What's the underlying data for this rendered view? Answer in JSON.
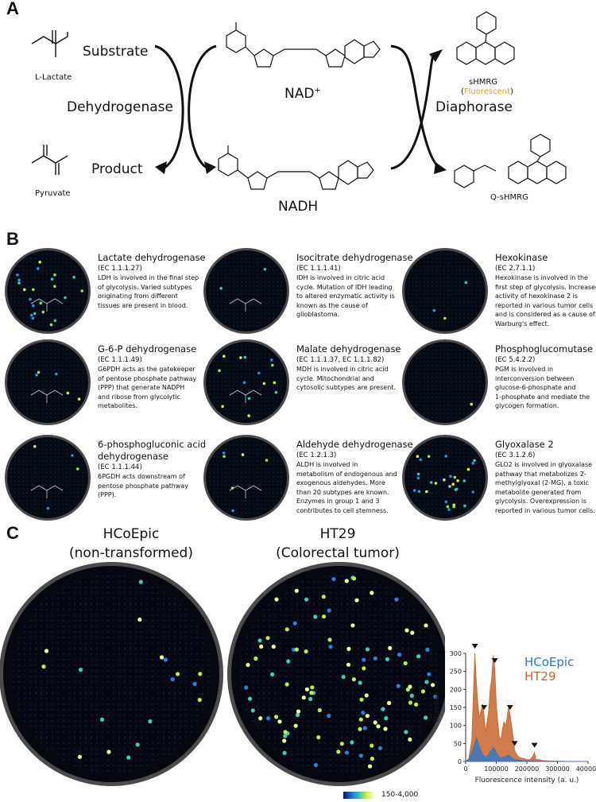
{
  "panel_a": {
    "label": "A",
    "substrate": "Substrate",
    "product": "Product",
    "dehydrogenase": "Dehydrogenase",
    "diaphorase": "Diaphorase",
    "lactate": "L-Lactate",
    "pyruvate": "Pyruvate",
    "nad": "NAD",
    "nad_sup": "+",
    "nadh": "NADH",
    "shmrg": "sHMRG",
    "fluorescent": "Fluorescent",
    "qshmrg": "Q-sHMRG",
    "fluor_color": "#d9a21b"
  },
  "panel_b": {
    "label": "B",
    "enzymes": [
      {
        "name": "Lactate dehydrogenase",
        "ec": "(EC 1.1.1.27)",
        "desc": [
          "LDH is involved in the final step",
          "of glycolysis. Varied subtypes",
          "originating from different",
          "tissues are present in blood."
        ]
      },
      {
        "name": "Isocitrate dehydrogenase",
        "ec": "(EC 1.1.1.41)",
        "desc": [
          "IDH is involved in citric acid",
          "cycle. Mutation of IDH leading",
          "to altered enzymatic activity is",
          "known as the cause of",
          "glioblastoma."
        ]
      },
      {
        "name": "Hexokinase",
        "ec": "(EC 2.7.1.1)",
        "desc": [
          "Hexokinase is involved in the",
          "first step of glycolysis. Increased",
          "activity of hexokinase 2 is",
          "reported in various tumor cells",
          "and is considered as a cause of",
          "Warburg's effect."
        ]
      },
      {
        "name": "G-6-P dehydrogenase",
        "ec": "(EC 1.1.1.49)",
        "desc": [
          "G6PDH acts as the gatekeeper",
          "of pentose phosphate pathway",
          "(PPP) that generate NADPH",
          "and ribose from glycolytic",
          "metabolites."
        ]
      },
      {
        "name": "Malate dehydrogenase",
        "ec": "(EC 1.1.1.37, EC 1.1.1.82)",
        "desc": [
          "MDH is involved in citric acid",
          "cycle. Mitochondrial and",
          "cytosolic subtypes are present."
        ]
      },
      {
        "name": "Phosphoglucomutase",
        "ec": "(EC 5.4.2.2)",
        "desc": [
          "PGM is involved in",
          "interconversion between",
          "glucose-6-phosphate and",
          "1-phosphate and mediate the",
          "glycogen formation."
        ]
      },
      {
        "name": "6-phosphogluconic acid",
        "name2": "dehydrogenase",
        "ec": "(EC 1.1.1.44)",
        "desc": [
          "6PGDH acts downstream of",
          "pentose phosphate pathway",
          "(PPP)."
        ]
      },
      {
        "name": "Aldehyde dehydrogenase",
        "ec": "(EC 1.2.1.3)",
        "desc": [
          "ALDH is involved in",
          "metabolism of endogenous and",
          "exogenous aldehydes. More",
          "than 20 subtypes are known.",
          "Enzymes in group 1 and 3",
          "contributes to cell stemness."
        ]
      },
      {
        "name": "Glyoxalase 2",
        "ec": "(EC 3.1.2.6)",
        "desc": [
          "GLO2 is involved in glyoxalase",
          "pathway that metabolizes 2-",
          "methylglyoxal (2-MG), a toxic",
          "metabolite generated from",
          "glycolysis. Overexpression is",
          "reported in various tumor cells."
        ]
      }
    ]
  },
  "panel_c": {
    "label": "C",
    "hcoepic_title": "HCoEpic",
    "hcoepic_sub": "(non-transformed)",
    "ht29_title": "HT29",
    "ht29_sub": "(Colorectal tumor)",
    "colorbar_label": "150-4,000"
  },
  "chart_data": {
    "type": "area",
    "xlabel": "Fluorescence intensity (a. u.)",
    "ylabel": "Number",
    "xlim": [
      0,
      400000
    ],
    "ylim": [
      0,
      300
    ],
    "xticks": [
      "0",
      "100000",
      "200000",
      "300000",
      "400000"
    ],
    "yticks": [
      "0",
      "50",
      "100",
      "150",
      "200",
      "250",
      "300"
    ],
    "legend_placement": "top-right",
    "x": [
      0,
      10000,
      20000,
      30000,
      35000,
      40000,
      45000,
      50000,
      55000,
      60000,
      65000,
      70000,
      75000,
      80000,
      85000,
      90000,
      95000,
      100000,
      105000,
      110000,
      115000,
      120000,
      125000,
      130000,
      135000,
      140000,
      145000,
      150000,
      155000,
      160000,
      170000,
      180000,
      190000,
      200000,
      210000,
      220000,
      225000,
      230000,
      240000,
      250000,
      270000,
      300000,
      350000,
      400000
    ],
    "series": [
      {
        "name": "HCoEpic",
        "color": "#2e78c8",
        "values": [
          0,
          5,
          25,
          50,
          65,
          55,
          38,
          30,
          20,
          15,
          12,
          14,
          18,
          28,
          30,
          40,
          34,
          25,
          18,
          12,
          10,
          10,
          12,
          14,
          16,
          18,
          15,
          10,
          8,
          5,
          4,
          3,
          2,
          2,
          2,
          2,
          2,
          1,
          1,
          0,
          0,
          0,
          0,
          0
        ]
      },
      {
        "name": "HT29",
        "color": "#c8642d",
        "values": [
          0,
          8,
          60,
          300,
          220,
          160,
          120,
          140,
          160,
          130,
          80,
          110,
          140,
          200,
          230,
          295,
          260,
          160,
          110,
          70,
          60,
          90,
          110,
          100,
          120,
          150,
          130,
          100,
          70,
          30,
          15,
          10,
          8,
          5,
          5,
          15,
          25,
          5,
          5,
          3,
          2,
          1,
          0,
          0
        ]
      }
    ],
    "peak_markers_x": [
      30000,
      60000,
      95000,
      145000,
      160000,
      225000
    ]
  }
}
